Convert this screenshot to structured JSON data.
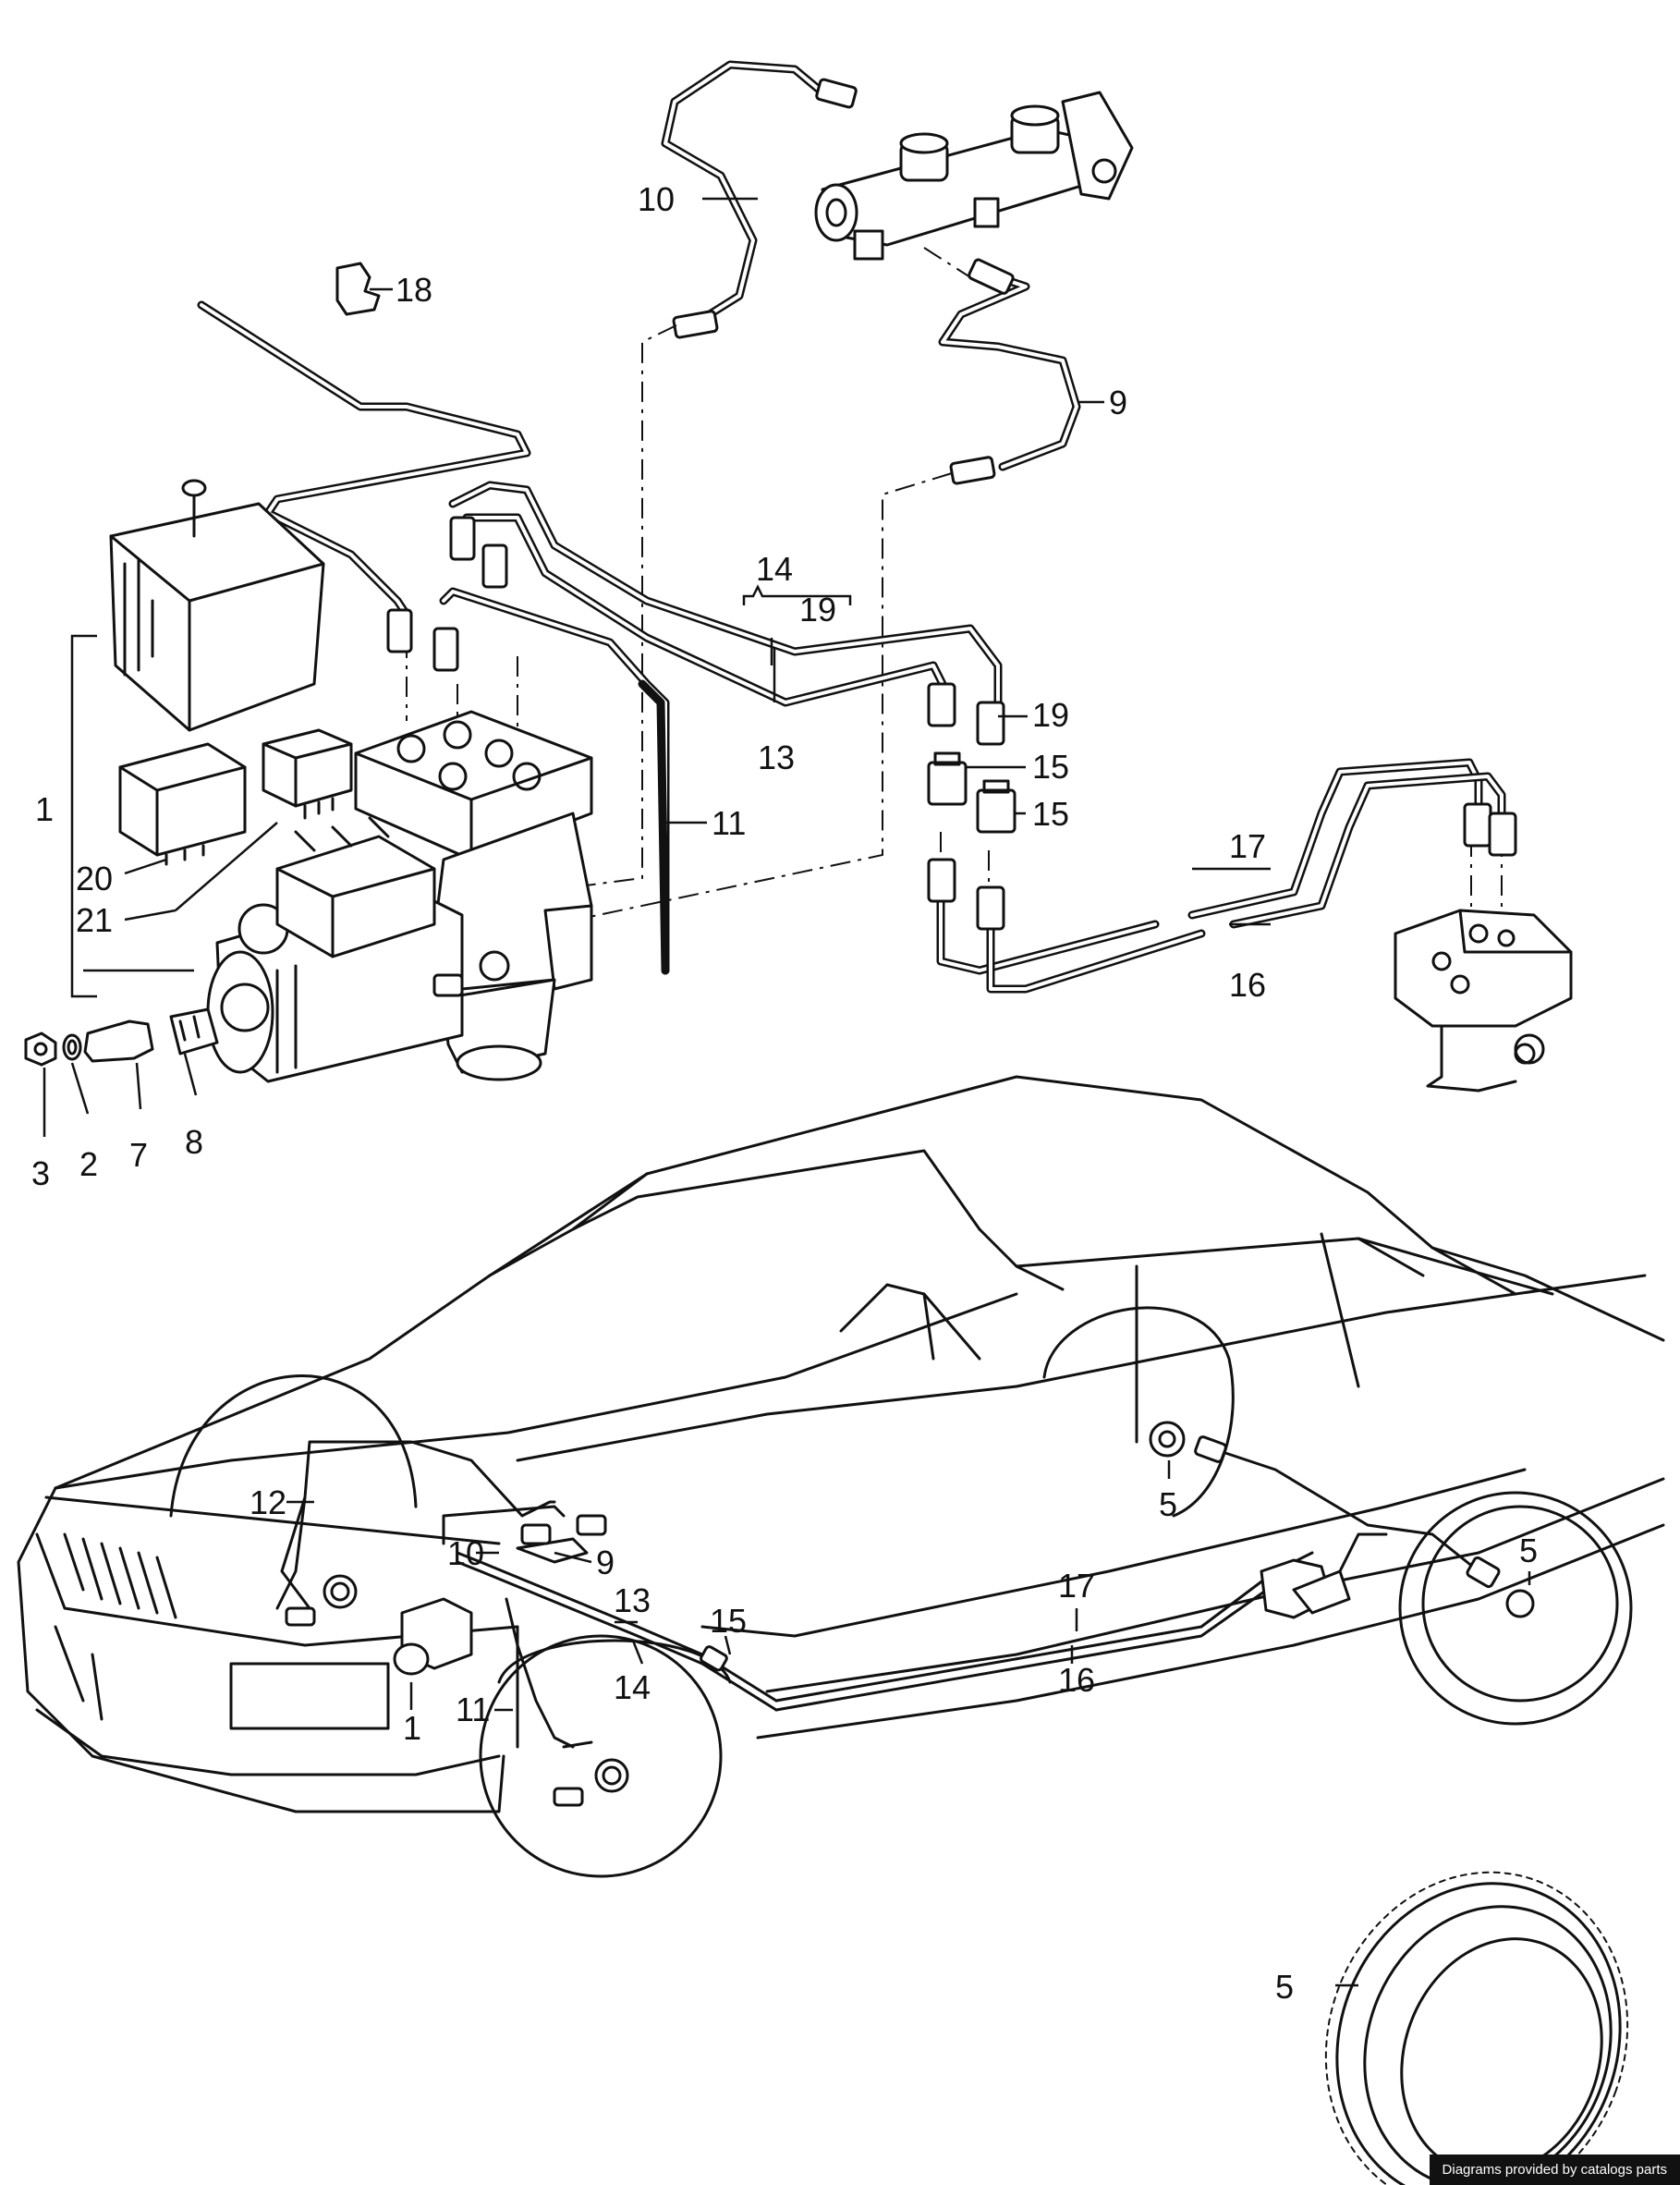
{
  "labels": {
    "p1": "1",
    "p2": "2",
    "p3": "3",
    "p5": "5",
    "p7": "7",
    "p8": "8",
    "p9": "9",
    "p10": "10",
    "p11": "11",
    "p12": "12",
    "p13": "13",
    "p14": "14",
    "p15": "15",
    "p16": "16",
    "p17": "17",
    "p18": "18",
    "p19": "19",
    "p20": "20",
    "p21": "21"
  },
  "footer": {
    "text": "Diagrams provided by catalogs parts"
  }
}
